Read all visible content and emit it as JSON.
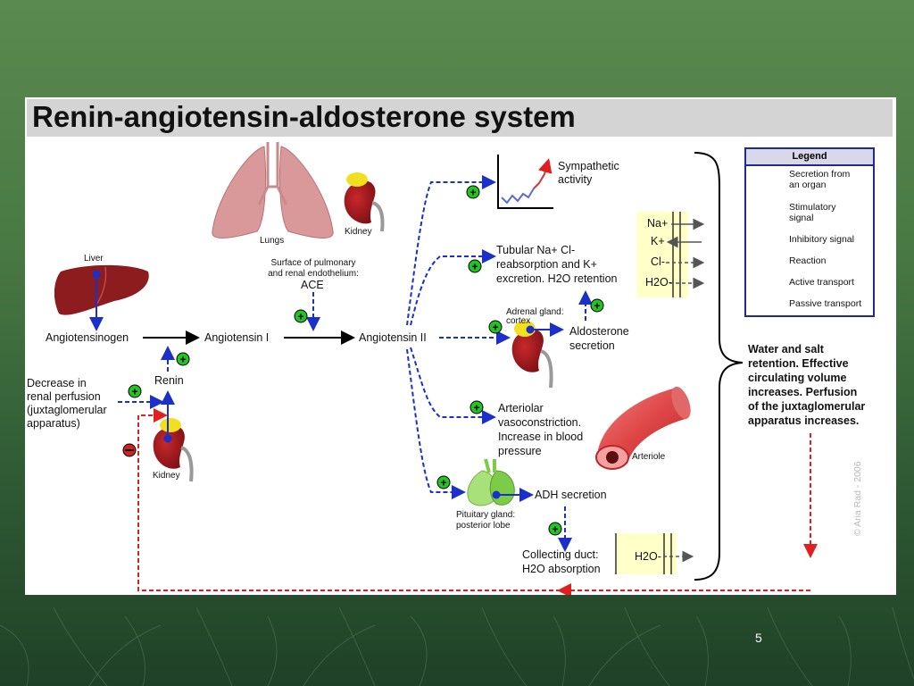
{
  "title": "Renin-angiotensin-aldosterone system",
  "page_number": "5",
  "copyright": "© Aria Rad - 2006",
  "legend": {
    "title": "Legend",
    "items": [
      {
        "label": "Secretion from an organ",
        "line1": "Secretion from",
        "line2": "an organ",
        "style": "secretion",
        "color": "#1b2fc9"
      },
      {
        "label": "Stimulatory signal",
        "line1": "Stimulatory",
        "line2": "signal",
        "style": "stimulatory",
        "color": "#1b2fc9"
      },
      {
        "label": "Inhibitory signal",
        "style": "inhibitory",
        "color": "#e02020"
      },
      {
        "label": "Reaction",
        "style": "reaction",
        "color": "#000000"
      },
      {
        "label": "Active transport",
        "style": "active",
        "color": "#555555"
      },
      {
        "label": "Passive transport",
        "style": "passive",
        "color": "#555555"
      }
    ]
  },
  "organs": {
    "liver": "Liver",
    "lungs": "Lungs",
    "kidney_top": "Kidney",
    "kidney_bottom": "Kidney",
    "arteriole": "Arteriole",
    "adrenal_line1": "Adrenal gland:",
    "adrenal_line2": "cortex",
    "pituitary_line1": "Pituitary gland:",
    "pituitary_line2": "posterior lobe"
  },
  "pathway": {
    "angiotensinogen": "Angiotensinogen",
    "angiotensin1": "Angiotensin I",
    "angiotensin2": "Angiotensin II",
    "renin": "Renin",
    "ace_surface_line1": "Surface of pulmonary",
    "ace_surface_line2": "and renal endothelium:",
    "ace": "ACE",
    "decrease_line1": "Decrease in",
    "decrease_line2": "renal perfusion",
    "decrease_line3": "(juxtaglomerular",
    "decrease_line4": "apparatus)"
  },
  "effects": {
    "sympathetic_line1": "Sympathetic",
    "sympathetic_line2": "activity",
    "tubular_line1": "Tubular Na+ Cl-",
    "tubular_line2": "reabsorption and K+",
    "tubular_line3": "excretion. H2O retention",
    "aldosterone_line1": "Aldosterone",
    "aldosterone_line2": "secretion",
    "arteriolar_line1": "Arteriolar",
    "arteriolar_line2": "vasoconstriction.",
    "arteriolar_line3": "Increase in blood",
    "arteriolar_line4": "pressure",
    "adh": "ADH secretion",
    "collecting_line1": "Collecting duct:",
    "collecting_line2": "H2O absorption"
  },
  "ions": {
    "na": "Na+",
    "k": "K+",
    "cl": "Cl-",
    "h2o": "H2O-",
    "h2o_duct": "H2O-"
  },
  "summary": {
    "line1": "Water and salt",
    "line2": "retention. Effective",
    "line3": "circulating volume",
    "line4": "increases. Perfusion",
    "line5": "of the juxtaglomerular",
    "line6": "apparatus increases."
  },
  "colors": {
    "stimulatory": "#1b2fc9",
    "inhibitory": "#e02020",
    "plus_badge": "#22c422",
    "minus_badge": "#d42020",
    "kidney": "#a8181c",
    "adrenal": "#f1e020",
    "ion_box": "#ffffc8"
  }
}
